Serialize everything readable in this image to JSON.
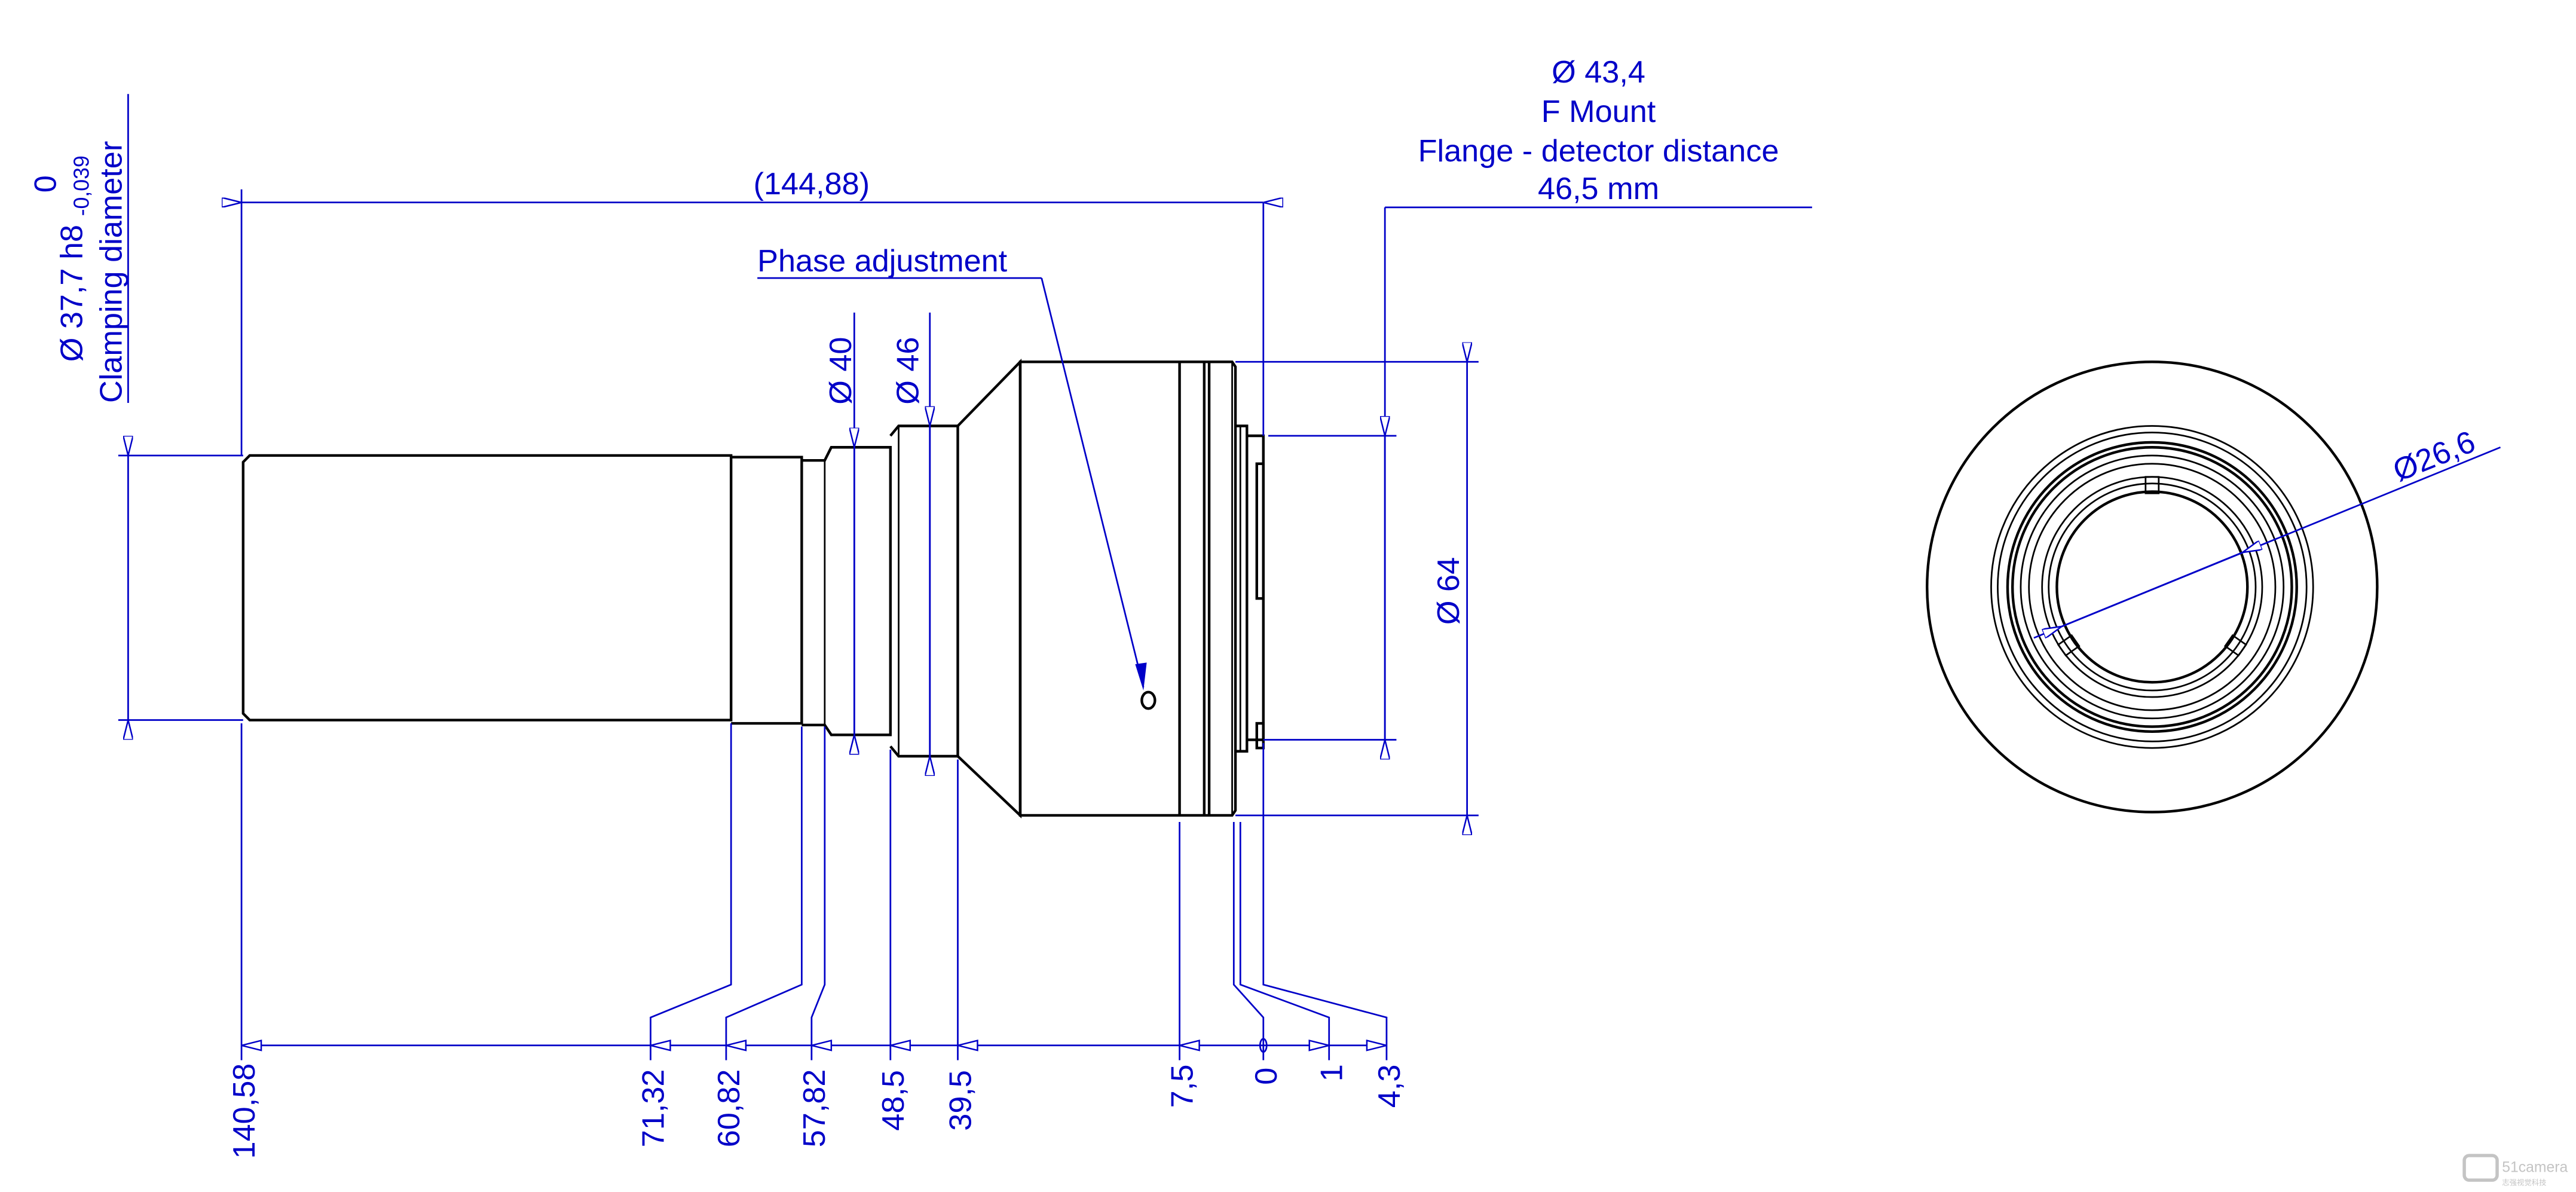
{
  "colors": {
    "dimension": "#0000c8",
    "outline": "#000000",
    "watermark": "#c4c4c4"
  },
  "side_view": {
    "clamping": {
      "tolerance_upper": "0",
      "diameter": "37,7 h8",
      "tolerance_lower": "-0,039",
      "caption": "Clamping diameter",
      "symbol": "Ø"
    },
    "overall_length": "(144,88)",
    "phase_label": "Phase adjustment",
    "dia_40": "Ø 40",
    "dia_46": "Ø 46",
    "dia_64": "Ø 64",
    "mount": {
      "diameter": "Ø 43,4",
      "name": "F Mount",
      "caption": "Flange - detector distance",
      "distance": "46,5 mm"
    },
    "positions": [
      "140,58",
      "71,32",
      "60,82",
      "57,82",
      "48,5",
      "39,5",
      "7,5",
      "0",
      "1",
      "4,3"
    ]
  },
  "front_view": {
    "bore": "Ø26,6"
  },
  "watermark": {
    "brand": "51camera",
    "subtitle": "志强视觉科技"
  }
}
